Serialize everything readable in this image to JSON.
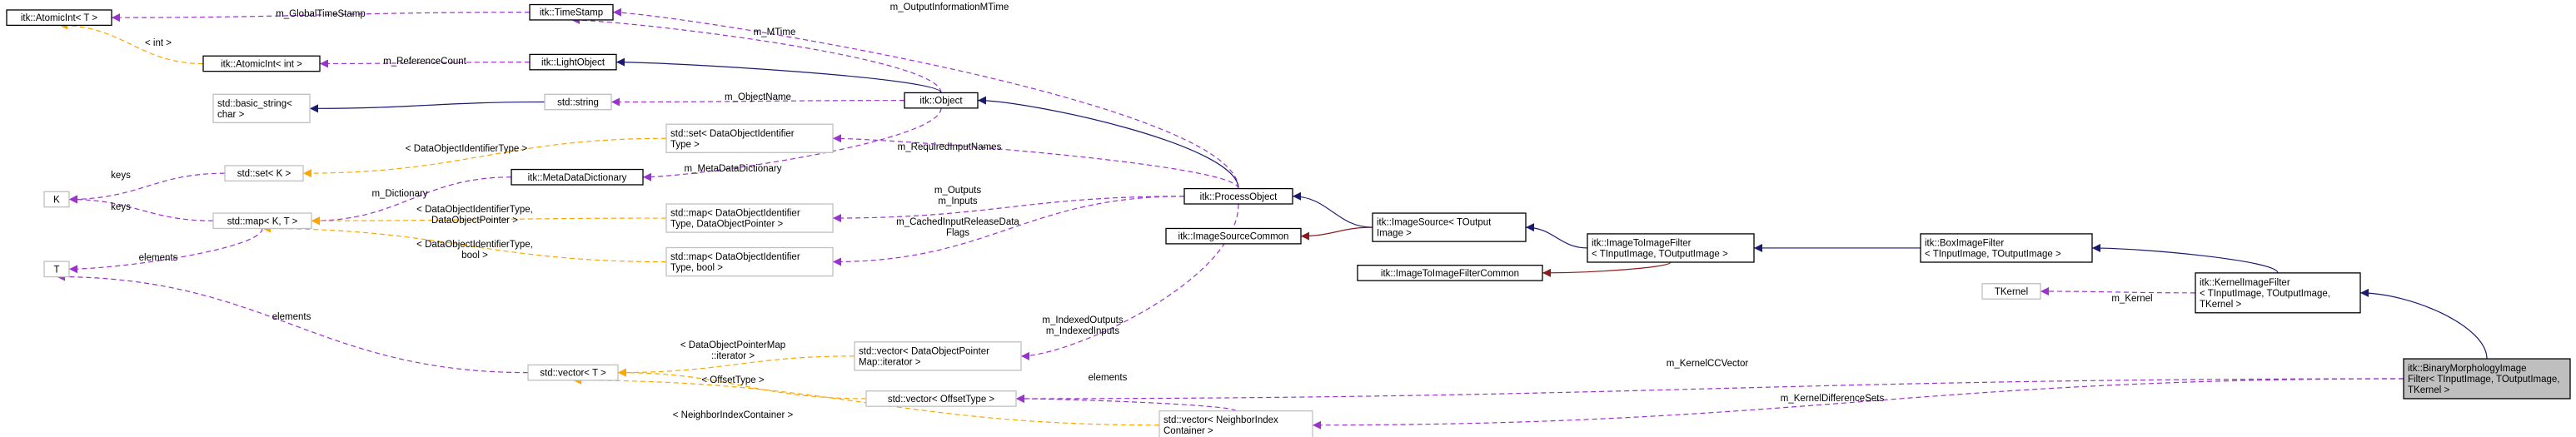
{
  "nodes": {
    "atomicint_t": {
      "lines": [
        "itk::AtomicInt< T >"
      ],
      "style": "black"
    },
    "atomicint_int": {
      "lines": [
        "itk::AtomicInt< int >"
      ],
      "style": "black"
    },
    "timestamp": {
      "lines": [
        "itk::TimeStamp"
      ],
      "style": "black"
    },
    "lightobject": {
      "lines": [
        "itk::LightObject"
      ],
      "style": "black"
    },
    "basic_string": {
      "lines": [
        "std::basic_string<",
        "char >"
      ],
      "style": "grey"
    },
    "string": {
      "lines": [
        "std::string"
      ],
      "style": "grey"
    },
    "object": {
      "lines": [
        "itk::Object"
      ],
      "style": "black"
    },
    "set_doid": {
      "lines": [
        "std::set< DataObjectIdentifier",
        "Type >"
      ],
      "style": "grey"
    },
    "set_k": {
      "lines": [
        "std::set< K >"
      ],
      "style": "grey"
    },
    "k": {
      "lines": [
        "K"
      ],
      "style": "grey"
    },
    "metadatadict": {
      "lines": [
        "itk::MetaDataDictionary"
      ],
      "style": "black"
    },
    "map_kt": {
      "lines": [
        "std::map< K, T >"
      ],
      "style": "grey"
    },
    "map_doid_dop": {
      "lines": [
        "std::map< DataObjectIdentifier",
        "Type, DataObjectPointer >"
      ],
      "style": "grey"
    },
    "map_doid_bool": {
      "lines": [
        "std::map< DataObjectIdentifier",
        "Type, bool >"
      ],
      "style": "grey"
    },
    "t": {
      "lines": [
        "T"
      ],
      "style": "grey"
    },
    "processobject": {
      "lines": [
        "itk::ProcessObject"
      ],
      "style": "black"
    },
    "imagesource": {
      "lines": [
        "itk::ImageSource< TOutput",
        "Image >"
      ],
      "style": "black"
    },
    "imagesourcecommon": {
      "lines": [
        "itk::ImageSourceCommon"
      ],
      "style": "black"
    },
    "imagetoimagefilter": {
      "lines": [
        "itk::ImageToImageFilter",
        "< TInputImage, TOutputImage >"
      ],
      "style": "black"
    },
    "imagetoimagefiltercommon": {
      "lines": [
        "itk::ImageToImageFilterCommon"
      ],
      "style": "black"
    },
    "boximagefilter": {
      "lines": [
        "itk::BoxImageFilter",
        "< TInputImage, TOutputImage >"
      ],
      "style": "black"
    },
    "tkernel": {
      "lines": [
        "TKernel"
      ],
      "style": "grey"
    },
    "kernelimagefilter": {
      "lines": [
        "itk::KernelImageFilter",
        "< TInputImage, TOutputImage,",
        "TKernel >"
      ],
      "style": "black"
    },
    "vector_dop_iter": {
      "lines": [
        "std::vector< DataObjectPointer",
        "Map::iterator >"
      ],
      "style": "grey"
    },
    "vector_t": {
      "lines": [
        "std::vector< T >"
      ],
      "style": "grey"
    },
    "vector_offset": {
      "lines": [
        "std::vector< OffsetType >"
      ],
      "style": "grey"
    },
    "vector_neighbor": {
      "lines": [
        "std::vector< NeighborIndex",
        "Container >"
      ],
      "style": "grey"
    },
    "binarymorph": {
      "lines": [
        "itk::BinaryMorphologyImage",
        "Filter< TInputImage, TOutputImage,",
        "TKernel >"
      ],
      "style": "selected"
    }
  },
  "edges": [
    {
      "from": "atomicint_int",
      "to": "atomicint_t",
      "kind": "template",
      "label": [
        "< int >"
      ]
    },
    {
      "from": "timestamp",
      "to": "atomicint_t",
      "kind": "usage",
      "label": [
        "m_GlobalTimeStamp"
      ]
    },
    {
      "from": "lightobject",
      "to": "atomicint_int",
      "kind": "usage",
      "label": [
        "m_ReferenceCount"
      ]
    },
    {
      "from": "object",
      "to": "timestamp",
      "kind": "usage",
      "label": [
        "m_MTime"
      ]
    },
    {
      "from": "processobject",
      "to": "timestamp",
      "kind": "usage",
      "label": [
        "m_OutputInformationMTime"
      ]
    },
    {
      "from": "object",
      "to": "lightobject",
      "kind": "inherit",
      "label": []
    },
    {
      "from": "string",
      "to": "basic_string",
      "kind": "inherit",
      "label": []
    },
    {
      "from": "object",
      "to": "string",
      "kind": "usage",
      "label": [
        "m_ObjectName"
      ]
    },
    {
      "from": "processobject",
      "to": "object",
      "kind": "inherit",
      "label": []
    },
    {
      "from": "set_doid",
      "to": "set_k",
      "kind": "template",
      "label": [
        "< DataObjectIdentifierType >"
      ]
    },
    {
      "from": "set_k",
      "to": "k",
      "kind": "usage",
      "label": [
        "keys"
      ]
    },
    {
      "from": "map_kt",
      "to": "k",
      "kind": "usage",
      "label": [
        "keys"
      ]
    },
    {
      "from": "object",
      "to": "metadatadict",
      "kind": "usage",
      "label": [
        "m_MetaDataDictionary"
      ]
    },
    {
      "from": "metadatadict",
      "to": "map_kt",
      "kind": "usage",
      "label": [
        "m_Dictionary"
      ]
    },
    {
      "from": "processobject",
      "to": "set_doid",
      "kind": "usage",
      "label": [
        "m_RequiredInputNames"
      ]
    },
    {
      "from": "map_doid_dop",
      "to": "map_kt",
      "kind": "template",
      "label": [
        "< DataObjectIdentifierType,",
        "DataObjectPointer >"
      ]
    },
    {
      "from": "map_doid_bool",
      "to": "map_kt",
      "kind": "template",
      "label": [
        "< DataObjectIdentifierType,",
        "bool >"
      ]
    },
    {
      "from": "processobject",
      "to": "map_doid_dop",
      "kind": "usage",
      "label": [
        "m_Outputs",
        "m_Inputs"
      ]
    },
    {
      "from": "processobject",
      "to": "map_doid_bool",
      "kind": "usage",
      "label": [
        "m_CachedInputReleaseData",
        "Flags"
      ]
    },
    {
      "from": "map_kt",
      "to": "t",
      "kind": "usage",
      "label": [
        "elements"
      ]
    },
    {
      "from": "vector_t",
      "to": "t",
      "kind": "usage",
      "label": [
        "elements"
      ]
    },
    {
      "from": "imagesource",
      "to": "processobject",
      "kind": "inherit",
      "label": []
    },
    {
      "from": "imagesource",
      "to": "imagesourcecommon",
      "kind": "inherit-private",
      "label": []
    },
    {
      "from": "imagetoimagefilter",
      "to": "imagesource",
      "kind": "inherit",
      "label": []
    },
    {
      "from": "imagetoimagefilter",
      "to": "imagetoimagefiltercommon",
      "kind": "inherit-private",
      "label": []
    },
    {
      "from": "boximagefilter",
      "to": "imagetoimagefilter",
      "kind": "inherit",
      "label": []
    },
    {
      "from": "kernelimagefilter",
      "to": "boximagefilter",
      "kind": "inherit",
      "label": []
    },
    {
      "from": "kernelimagefilter",
      "to": "tkernel",
      "kind": "usage",
      "label": [
        "m_Kernel"
      ]
    },
    {
      "from": "binarymorph",
      "to": "kernelimagefilter",
      "kind": "inherit",
      "label": []
    },
    {
      "from": "processobject",
      "to": "vector_dop_iter",
      "kind": "usage",
      "label": [
        "m_IndexedOutputs",
        "m_IndexedInputs"
      ]
    },
    {
      "from": "vector_dop_iter",
      "to": "vector_t",
      "kind": "template",
      "label": [
        "< DataObjectPointerMap",
        "::iterator >"
      ]
    },
    {
      "from": "vector_offset",
      "to": "vector_t",
      "kind": "template",
      "label": [
        "< OffsetType >"
      ]
    },
    {
      "from": "vector_neighbor",
      "to": "vector_t",
      "kind": "template",
      "label": [
        "< NeighborIndexContainer >"
      ]
    },
    {
      "from": "vector_neighbor",
      "to": "vector_offset",
      "kind": "usage",
      "label": [
        "elements"
      ]
    },
    {
      "from": "binarymorph",
      "to": "vector_offset",
      "kind": "usage",
      "label": [
        "m_KernelCCVector"
      ]
    },
    {
      "from": "binarymorph",
      "to": "vector_neighbor",
      "kind": "usage",
      "label": [
        "m_KernelDifferenceSets"
      ]
    }
  ],
  "colors": {
    "inherit": "#191970",
    "inherit_private": "#8b1a1a",
    "usage": "#9a32cd",
    "template": "#ffa500",
    "selected_fill": "#bfbfbf",
    "grey_border": "#bfbfbf"
  }
}
